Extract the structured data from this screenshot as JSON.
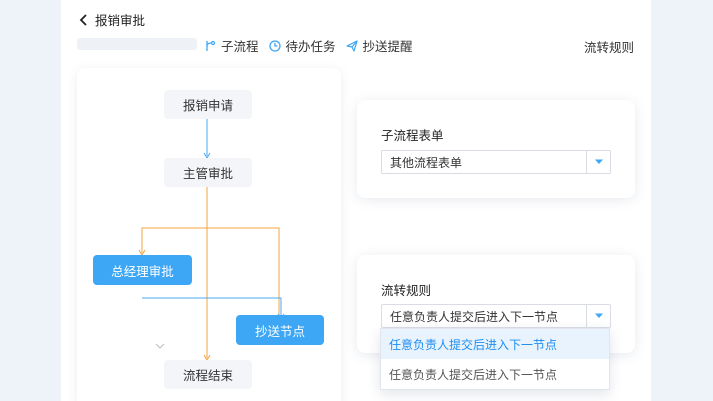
{
  "header": {
    "back_label": "报销审批",
    "tabs": [
      {
        "label": "子流程",
        "icon": "branch-icon"
      },
      {
        "label": "待办任务",
        "icon": "clock-icon"
      },
      {
        "label": "抄送提醒",
        "icon": "send-icon"
      }
    ],
    "rule_link": "流转规则"
  },
  "flow": {
    "nodes": {
      "start": "报销申请",
      "supervisor": "主管审批",
      "gm": "总经理审批",
      "cc": "抄送节点",
      "end": "流程结束"
    }
  },
  "subflow_card": {
    "title": "子流程表单",
    "value": "其他流程表单"
  },
  "rule_card": {
    "title": "流转规则",
    "value": "任意负责人提交后进入下一节点",
    "options": [
      "任意负责人提交后进入下一节点",
      "任意负责人提交后进入下一节点"
    ],
    "selected_index": 0
  },
  "colors": {
    "accent": "#3da7f5",
    "link_blue": "#1f8ef0",
    "flow_orange": "#f5a340",
    "flow_blue": "#4aa8f0"
  }
}
